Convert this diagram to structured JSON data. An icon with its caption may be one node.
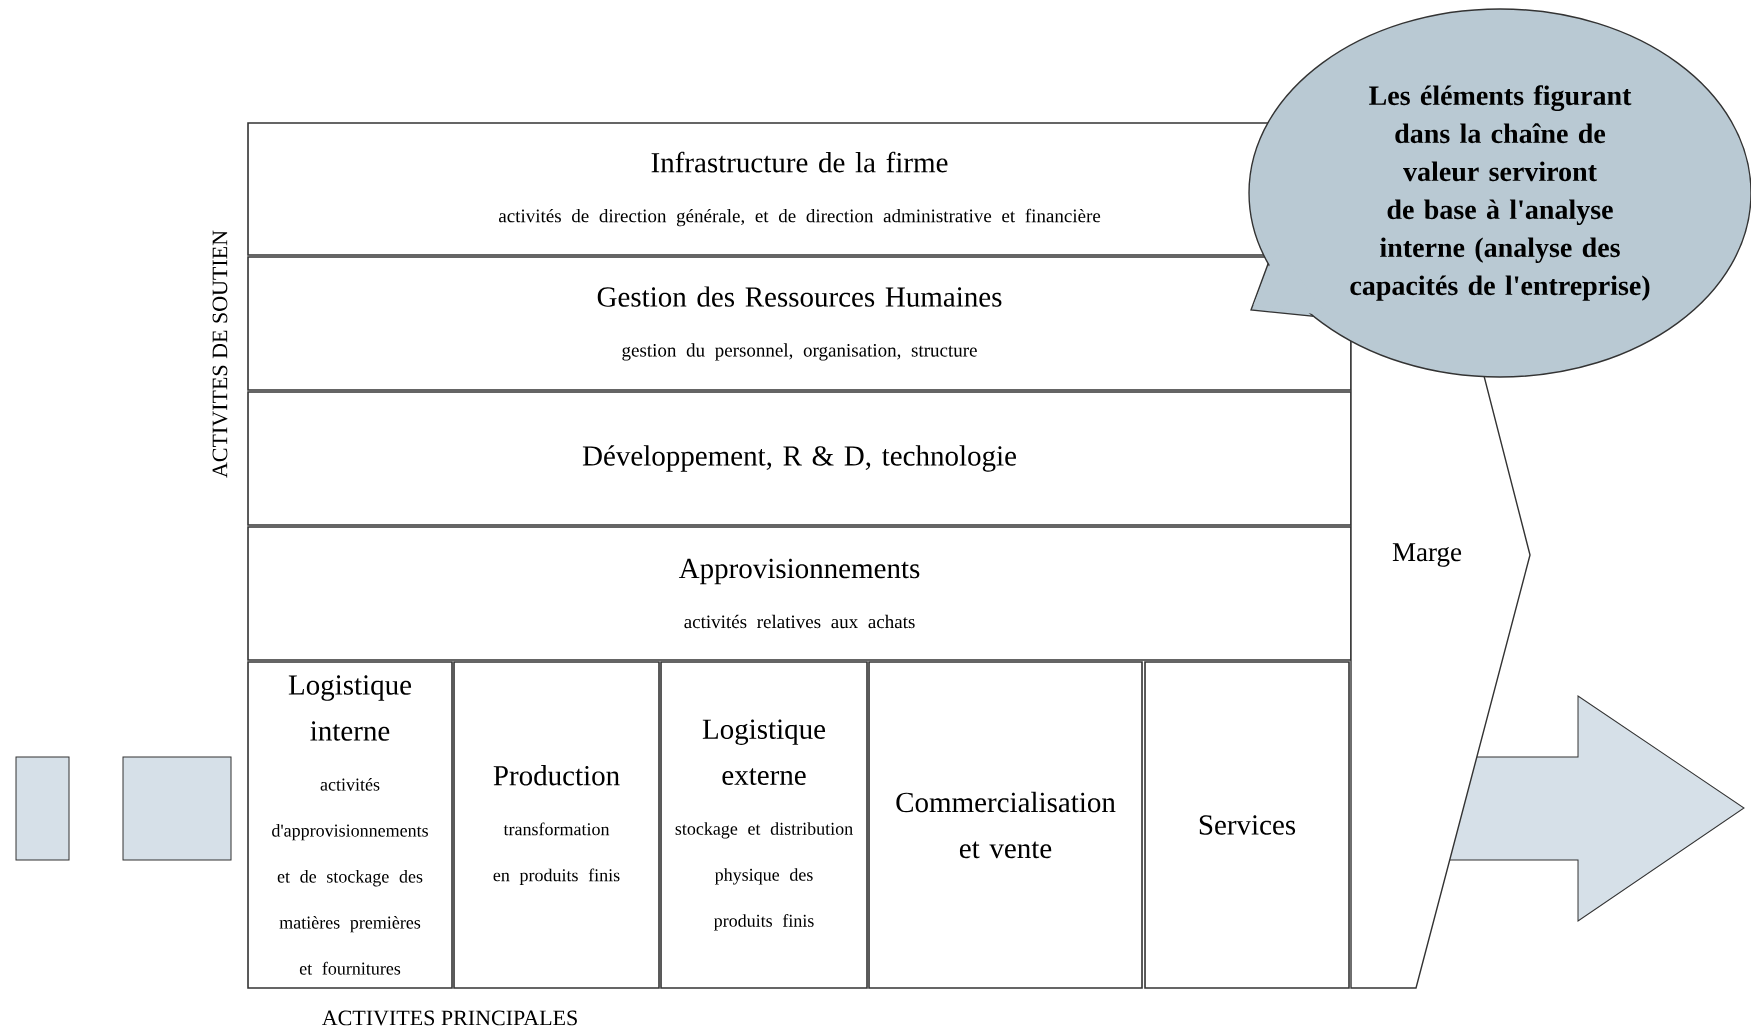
{
  "diagram": {
    "nodes": [
      {
        "text": [
          "Infrastructure de la firme",
          "activités de direction générale, et de direction administrative et financière"
        ]
      },
      {
        "text": [
          "Gestion des Ressources Humaines",
          "gestion du personnel, organisation, structure"
        ]
      },
      {
        "text": [
          "Développement, R & D, technologie"
        ]
      },
      {
        "text": [
          "Approvisionnements",
          "activités relatives aux achats"
        ]
      },
      {
        "text": [
          "Logistique interne",
          "activités d'approvisionnements et de stockage des matières premières et fournitures"
        ]
      },
      {
        "text": [
          "Production",
          "transformation en produits finis"
        ]
      },
      {
        "text": [
          "Logistique externe",
          "stockage et distribution physique des produits finis"
        ]
      },
      {
        "text": [
          "Commercialisation et vente"
        ]
      },
      {
        "text": [
          "Services"
        ]
      },
      {
        "text": [
          "Marge"
        ]
      },
      {
        "text": [
          "Les éléments figurant dans la chaîne de valeur serviront de base à l'analyse interne (analyse des capacités de l'entreprise)"
        ]
      },
      {
        "text": [],
        "shape": "box"
      },
      {
        "text": [],
        "shape": "box"
      }
    ],
    "labels": [
      "ACTIVITES DE SOUTIEN",
      "ACTIVITES PRINCIPALES"
    ]
  }
}
